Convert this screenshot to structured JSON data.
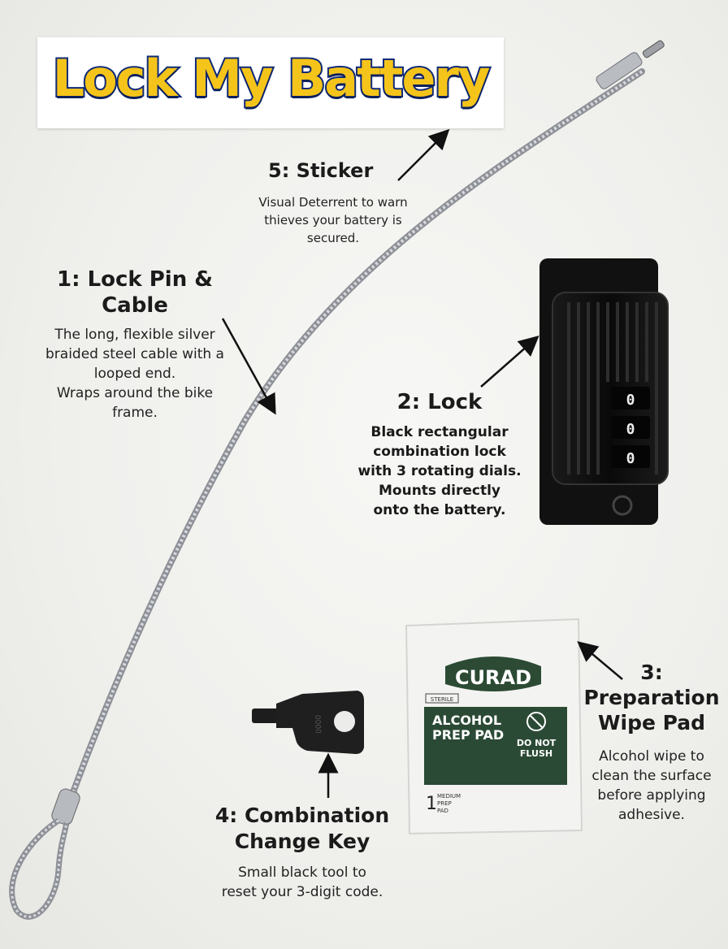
{
  "logo": {
    "text": "Lock My Battery"
  },
  "items": [
    {
      "heading": "5: Sticker",
      "description": [
        "Visual Deterrent to warn",
        "thieves your battery is",
        "secured."
      ]
    },
    {
      "heading": [
        "1: Lock Pin &",
        "Cable"
      ],
      "description": [
        "The long, flexible silver",
        "braided steel cable with a",
        "looped end.",
        "Wraps around the bike",
        "frame."
      ]
    },
    {
      "heading": "2: Lock",
      "description": [
        "Black rectangular",
        "combination lock",
        "with 3 rotating dials.",
        "Mounts directly",
        "onto the battery."
      ]
    },
    {
      "heading": [
        "3:",
        "Preparation",
        "Wipe Pad"
      ],
      "description": [
        "Alcohol wipe to",
        "clean the surface",
        "before applying",
        "adhesive."
      ]
    },
    {
      "heading": [
        "4: Combination",
        "Change Key"
      ],
      "description": [
        "Small black tool to",
        "reset your 3-digit code."
      ]
    }
  ],
  "lock_dials": [
    "0",
    "0",
    "0"
  ],
  "wipe_pad": {
    "brand": "CURAD",
    "sterile": "STERILE",
    "title": [
      "ALCOHOL",
      "PREP PAD"
    ],
    "warning": [
      "DO NOT",
      "FLUSH"
    ],
    "size": [
      "MEDIUM",
      "PREP",
      "PAD"
    ],
    "count": "1"
  },
  "key_text": "0000"
}
